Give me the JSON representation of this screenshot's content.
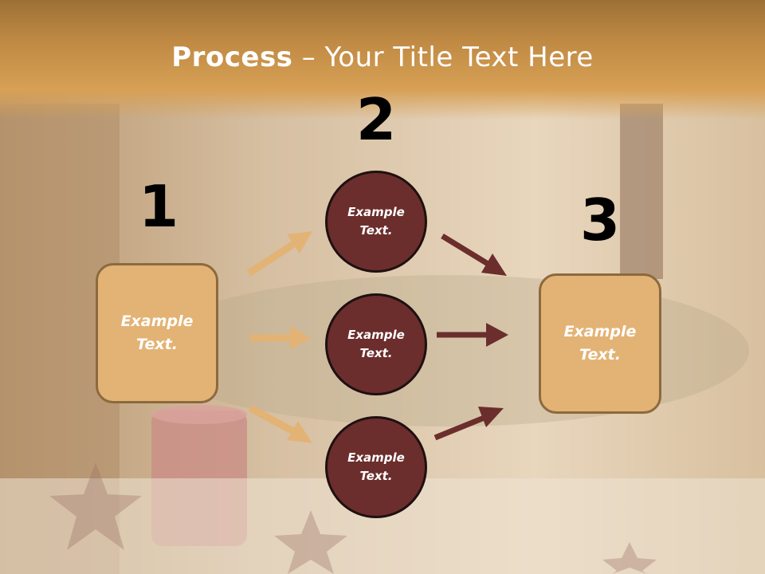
{
  "slide": {
    "title_bold": "Process",
    "title_rest": " – Your Title Text Here"
  },
  "steps": {
    "one": {
      "number": "1",
      "text": "Example\nText."
    },
    "two": {
      "number": "2"
    },
    "three": {
      "number": "3",
      "text": "Example\nText."
    }
  },
  "circles": [
    {
      "text": "Example\nText."
    },
    {
      "text": "Example\nText."
    },
    {
      "text": "Example\nText."
    }
  ],
  "colors": {
    "light_arrow": "#e3b375",
    "dark_arrow": "#6b2e2c",
    "box_fill": "#e3b375",
    "circle_fill": "#6b2e2c"
  }
}
